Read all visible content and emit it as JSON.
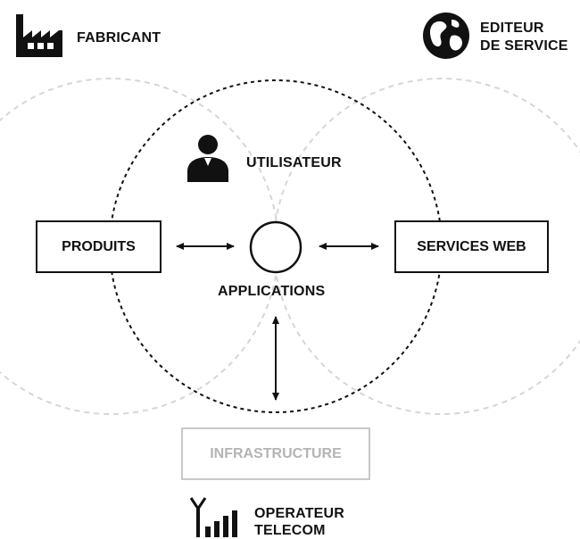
{
  "actors": {
    "fabricant": "FABRICANT",
    "editeur_line1": "EDITEUR",
    "editeur_line2": "DE SERVICE",
    "utilisateur": "UTILISATEUR",
    "operateur_line1": "OPERATEUR",
    "operateur_line2": "TELECOM"
  },
  "nodes": {
    "produits": "PRODUITS",
    "services_web": "SERVICES WEB",
    "applications": "APPLICATIONS",
    "infrastructure": "INFRASTRUCTURE"
  },
  "icons": {
    "fabricant": "factory-icon",
    "editeur": "globe-icon",
    "utilisateur": "user-icon",
    "operateur": "antenna-signal-icon"
  },
  "colors": {
    "ink": "#111111",
    "faint_circle": "#d9d9d9",
    "infrastructure": "#b4b4b4"
  }
}
